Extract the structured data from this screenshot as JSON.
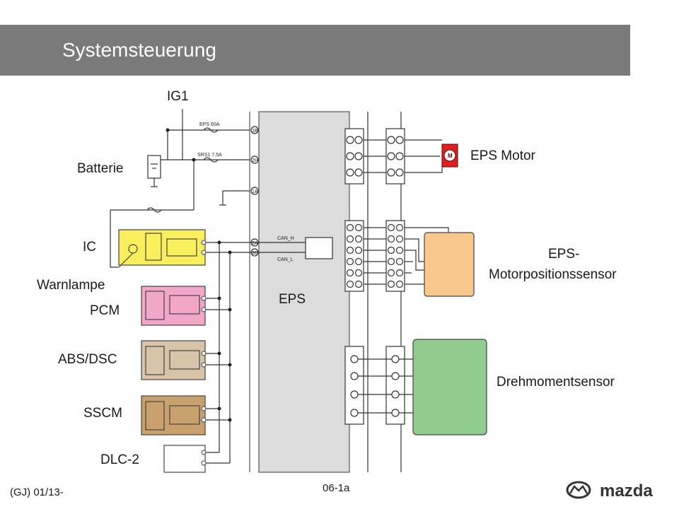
{
  "header": {
    "title": "Systemsteuerung"
  },
  "labels": {
    "ig1": "IG1",
    "batterie": "Batterie",
    "ic": "IC",
    "warnlampe": "Warnlampe",
    "pcm": "PCM",
    "abs_dsc": "ABS/DSC",
    "sscm": "SSCM",
    "dlc2": "DLC-2",
    "eps": "EPS",
    "eps_motor": "EPS Motor",
    "eps_pos_line1": "EPS-",
    "eps_pos_line2": "Motorpositionssensor",
    "drehmoment": "Drehmomentsensor"
  },
  "schematic": {
    "fuse_eps": "EPS 60A",
    "fuse_srs": "SRS1 7.5A",
    "can_h": "CAN_H",
    "can_l": "CAN_L",
    "pin_1b": "1B",
    "pin_2h": "2H",
    "pin_1a": "1A",
    "pin_2a": "2A",
    "pin_2d": "2D",
    "motor_symbol": "M"
  },
  "footer": {
    "code": "(GJ) 01/13-",
    "page": "06-1a",
    "brand": "mazda"
  },
  "colors": {
    "title_bar": "#7a7a7a",
    "ic_module": "#f9ef5c",
    "pcm_module": "#f3a7c8",
    "abs_module": "#d8c4a8",
    "sscm_module": "#c9a16c",
    "pos_sensor": "#f9c98b",
    "torque_sensor": "#8fcc8e",
    "eps_unit": "#dcdcdc",
    "motor": "#e02020"
  }
}
